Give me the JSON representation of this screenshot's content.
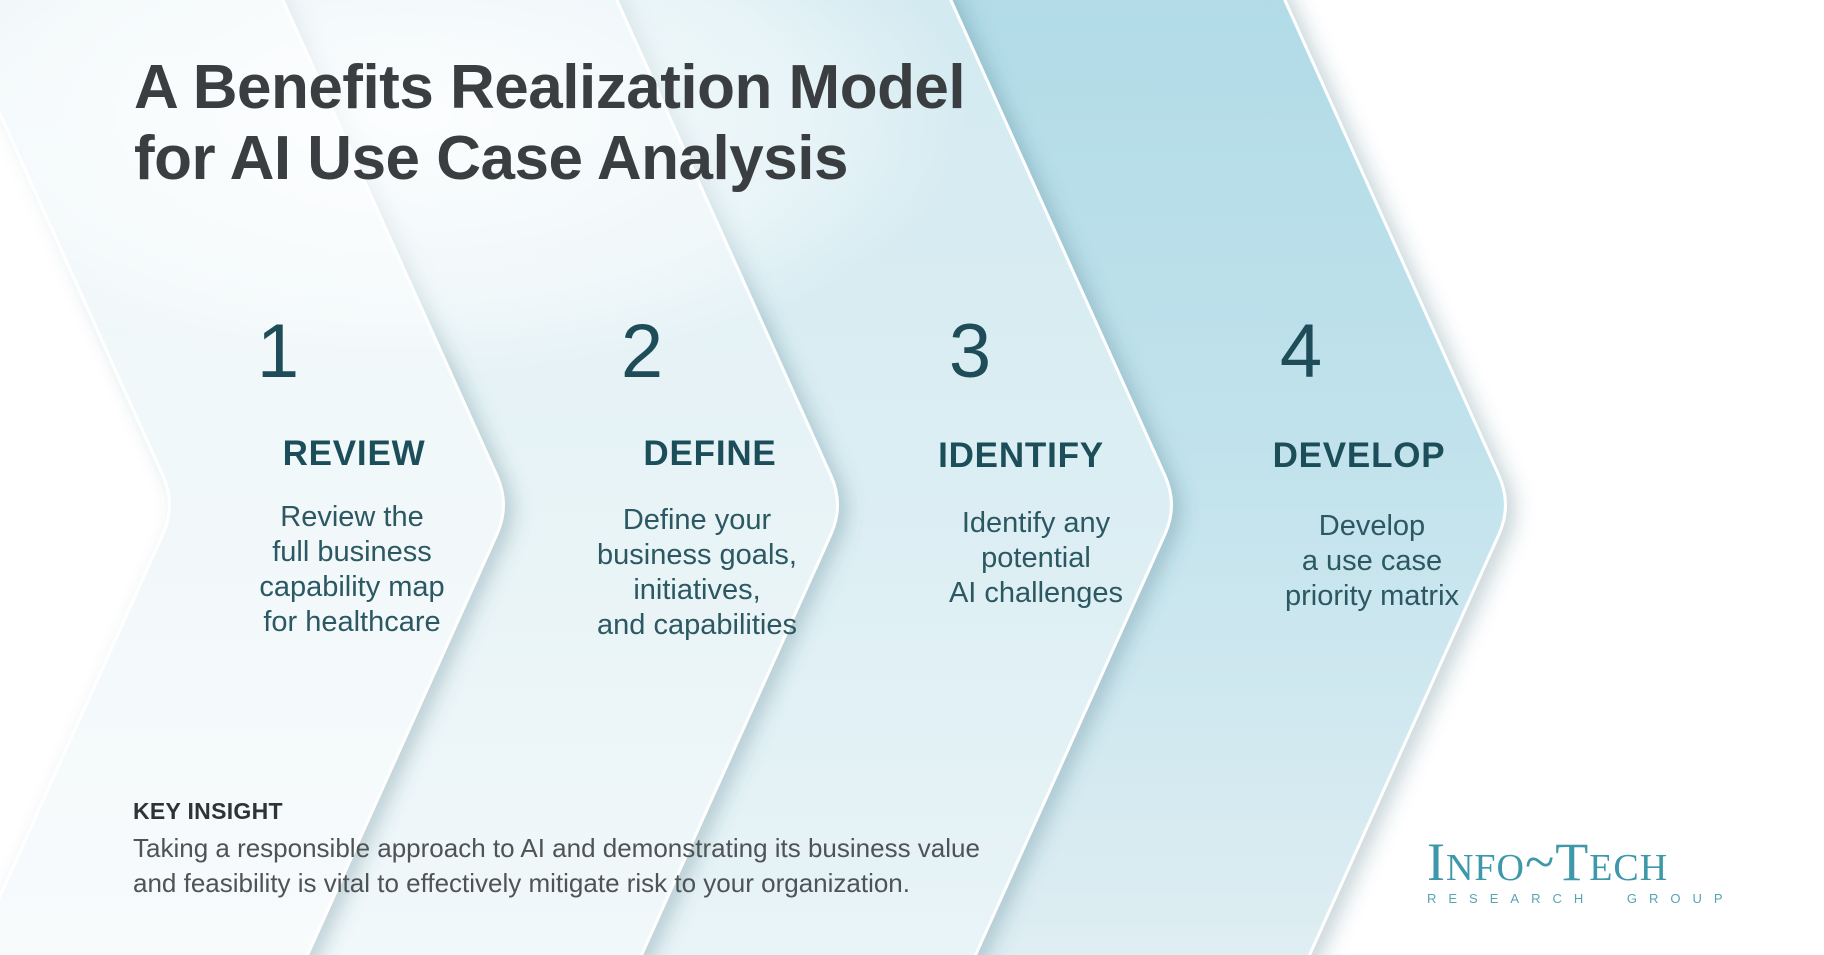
{
  "title": {
    "line1": "A Benefits Realization Model",
    "line2": "for AI Use Case Analysis"
  },
  "steps": [
    {
      "number": "1",
      "heading": "REVIEW",
      "description": "Review the\nfull business\ncapability map\nfor healthcare"
    },
    {
      "number": "2",
      "heading": "DEFINE",
      "description": "Define your\nbusiness goals,\ninitiatives,\nand capabilities"
    },
    {
      "number": "3",
      "heading": "IDENTIFY",
      "description": "Identify any\npotential\nAI challenges"
    },
    {
      "number": "4",
      "heading": "DEVELOP",
      "description": "Develop\na use case\npriority matrix"
    }
  ],
  "key_insight": {
    "label": "KEY INSIGHT",
    "text": "Taking a responsible approach to AI and demonstrating its business value\nand feasibility is vital to effectively mitigate risk to your organization."
  },
  "logo": {
    "main": "Info~Tech",
    "sub": "RESEARCH GROUP"
  },
  "colors": {
    "title_text": "#3a3e41",
    "step_accent": "#1c4e5a",
    "step_body": "#2b5862",
    "key_text": "#4e5356",
    "logo_teal": "#3d98aa",
    "band1": "#edf6f8",
    "band2": "#e1f0f5",
    "band3": "#d3eaf1",
    "band4": "#b1dbe7"
  }
}
